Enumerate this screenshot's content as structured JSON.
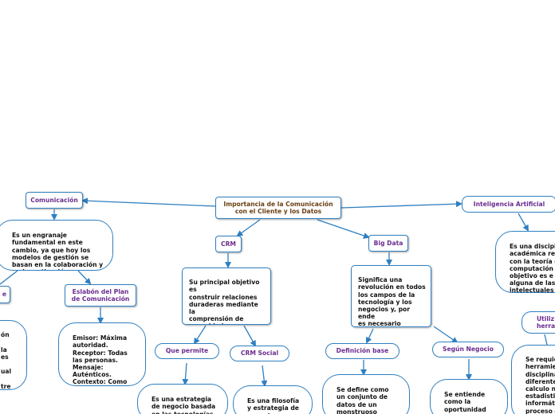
{
  "map": {
    "root": "Importancia de la Comunicación\ncon el Cliente y los Datos",
    "comunicacion": {
      "title": "Comunicación",
      "description": "Es un engranaje\nfundamental en este\ncambio, ya que hoy los\nmodelos de gestión se\nbasan en la colaboración y\nen la motivación",
      "left_label": "e",
      "left_text": "ón\n\nla\nes\n\nual\n\ntre",
      "eslabon": {
        "title": "Eslabón del Plan\nde Comunicación",
        "text": "Emisor: Máxima\nautoridad.\nReceptor: Todas\nlas personas.\nMensaje:\nAuténticos.\nContexto: Como\nes emitido"
      }
    },
    "crm": {
      "title": "CRM",
      "text": "Su principal objetivo es\nconstruir relaciones\nduraderas mediante la\ncomprensión de\nnecesidades y\npreferencias\nindividuales de clientes",
      "que_permite": {
        "title": "Que permite",
        "text": "Es una estrategia\nde negocio basada\nen las tecnologías\nde la información"
      },
      "crm_social": {
        "title": "CRM Social",
        "text": "Es una filosofía\ny estrategia de\nnegocio,\napoyada en"
      }
    },
    "big_data": {
      "title": "Big Data",
      "text": "Significa una\nrevolución en todos\nlos campos de la\ntecnología y los\nnegocios y, por ende\nes necesario\ndefinirlo con todo lo\nque ello implica",
      "definicion_base": {
        "title": "Definición base",
        "text": "Se define como\nun conjunto de\ndatos de un\nmonstruoso\ntamaño que van a"
      },
      "segun_negocio": {
        "title": "Según Negocio",
        "text": "Se entiende\ncomo la\noportunidad\nque brinda\ndatos para"
      }
    },
    "ia": {
      "title": "Inteligencia Artificial",
      "text": "Es una discipl\nacadémica rela\ncon la teoría d\ncomputación c\nobjetivo es  e\nalguna de las f\nintelectuales h\nen sistemas ar",
      "utiliza": {
        "title": "Utiliz\nherra",
        "text": "Se requie\nherramie\ndisciplina\ndiferente\ncalculo n\nestadistic\ninformáti\nproceso d\ncontrol a\n"
      }
    }
  },
  "colors": {
    "border": "#2f7fc1",
    "label_text": "#6a2c8f",
    "root_text": "#6b3e12",
    "body_text": "#111111"
  }
}
